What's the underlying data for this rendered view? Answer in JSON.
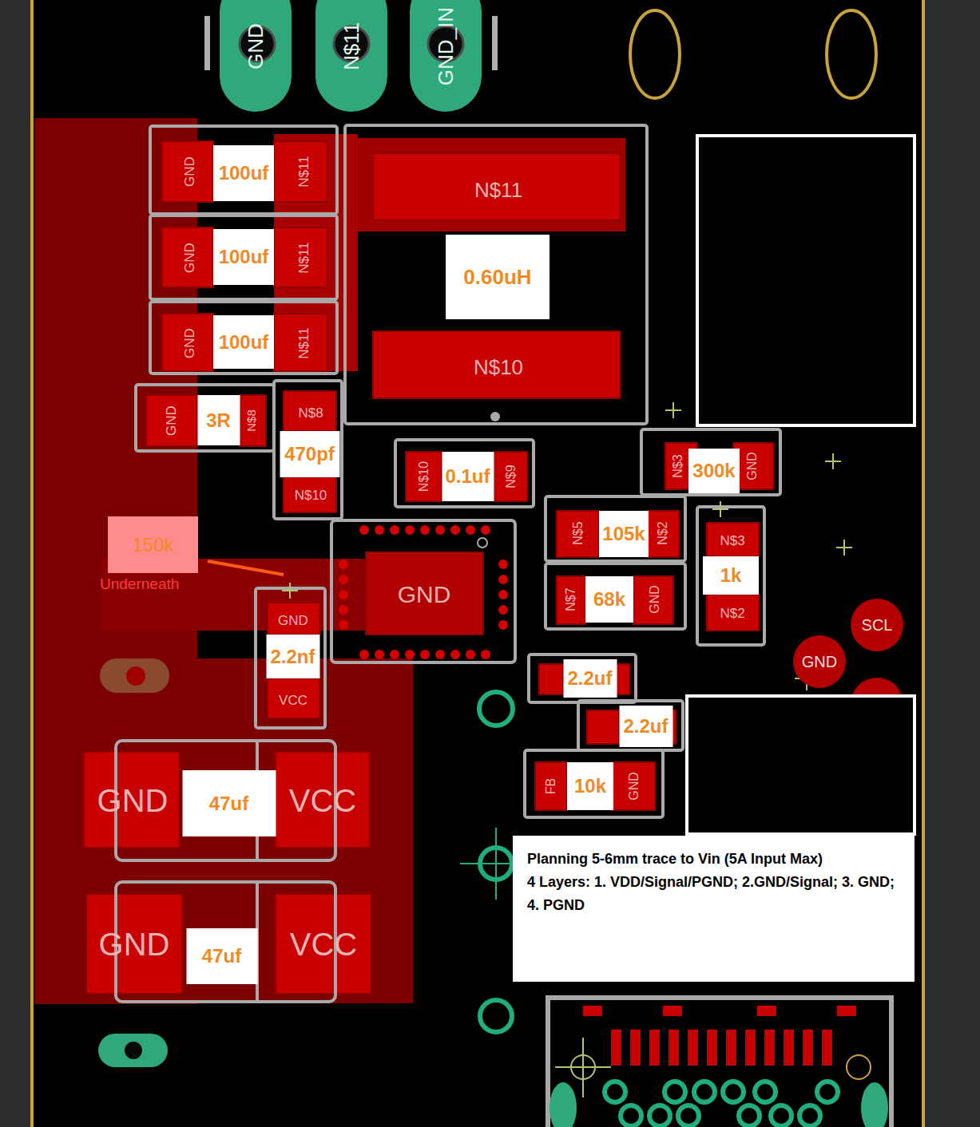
{
  "diagram": {
    "nodes": [
      {
        "text": [
          "GND"
        ]
      },
      {
        "text": [
          "N$11"
        ]
      },
      {
        "text": [
          "GND_IN"
        ]
      },
      {
        "text": [
          "GND",
          "100uf",
          "N$11"
        ]
      },
      {
        "text": [
          "GND",
          "100uf",
          "N$11"
        ]
      },
      {
        "text": [
          "GND",
          "100uf",
          "N$11"
        ]
      },
      {
        "text": [
          "N$11",
          "0.60uH",
          "N$10"
        ]
      },
      {
        "text": [
          "GND",
          "3R",
          "N$8"
        ]
      },
      {
        "text": [
          "N$8",
          "470pf",
          "N$10"
        ]
      },
      {
        "text": [
          "N$10",
          "0.1uf",
          "N$9"
        ]
      },
      {
        "text": [
          "N$3",
          "300k",
          "GND"
        ]
      },
      {
        "text": [
          "N$5",
          "105k",
          "N$2"
        ]
      },
      {
        "text": [
          "N$7",
          "68k",
          "GND"
        ]
      },
      {
        "text": [
          "N$3",
          "1k",
          "N$2"
        ]
      },
      {
        "text": [
          "GND"
        ]
      },
      {
        "text": [
          "150k"
        ]
      },
      {
        "text": [
          "GND",
          "2.2nf",
          "VCC"
        ]
      },
      {
        "text": [
          "2.2uf"
        ]
      },
      {
        "text": [
          "2.2uf"
        ]
      },
      {
        "text": [
          "FB",
          "10k",
          "GND"
        ]
      },
      {
        "text": [
          "GND",
          "47uf",
          "VCC"
        ]
      },
      {
        "text": [
          "GND",
          "47uf",
          "VCC"
        ]
      },
      {
        "text": [
          "SCL"
        ]
      },
      {
        "text": [
          "GND"
        ]
      },
      {
        "text": [
          "Planning 5-6mm trace to Vin (5A Input Max)",
          "4 Layers: 1. VDD/Signal/PGND; 2.GND/Signal; 3. GND; 4. PGND"
        ]
      }
    ],
    "labels": [
      "Underneath"
    ]
  }
}
